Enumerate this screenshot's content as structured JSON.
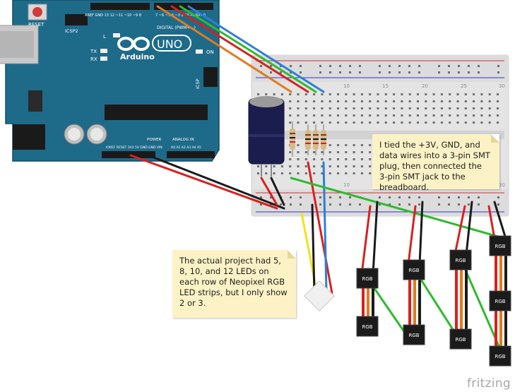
{
  "arduino": {
    "reset_label": "RESET",
    "icsp2_label": "ICSP2",
    "icsp_label": "ICSP",
    "brand": "Arduino",
    "model": "UNO",
    "digital_label": "DIGITAL (PWM=~)",
    "power_label": "POWER",
    "analog_label": "ANALOG IN",
    "led_l": "L",
    "led_tx": "TX",
    "led_rx": "RX",
    "led_on": "ON",
    "top_pins": [
      "AREF",
      "GND",
      "13",
      "12",
      "~11",
      "~10",
      "~9",
      "8",
      "7",
      "~6",
      "~5",
      "4",
      "~3",
      "2",
      "TX→1",
      "RX←0"
    ],
    "power_pins": [
      "IOREF",
      "RESET",
      "3V3",
      "5V",
      "GND",
      "GND",
      "VIN"
    ],
    "analog_pins": [
      "A0",
      "A1",
      "A2",
      "A3",
      "A4",
      "A5"
    ]
  },
  "breadboard": {
    "column_numbers": [
      "10",
      "15",
      "20",
      "25",
      "30"
    ]
  },
  "strips": {
    "chip_label": "RGB"
  },
  "notes": {
    "breadboard_note": "I tied the +3V, GND, and data wires into a 3-pin SMT plug, then connected the 3-pin SMT jack to the breadboard.",
    "project_note": "The actual project had 5, 8, 10, and 12 LEDs on each row of Neopixel RGB LED strips, but I only show 2 or 3."
  },
  "logo": "fritzing",
  "colors": {
    "arduino_board": "#1e6a89",
    "breadboard": "#e6e6e6",
    "wire_red": "#d6211f",
    "wire_black": "#1a1a1a",
    "wire_green": "#2dbb2d",
    "wire_blue": "#2d7fd6",
    "wire_orange": "#e37a1f",
    "wire_yellow": "#f2e21a",
    "capacitor": "#1c1d4f",
    "note_bg": "#fdf2c6"
  }
}
